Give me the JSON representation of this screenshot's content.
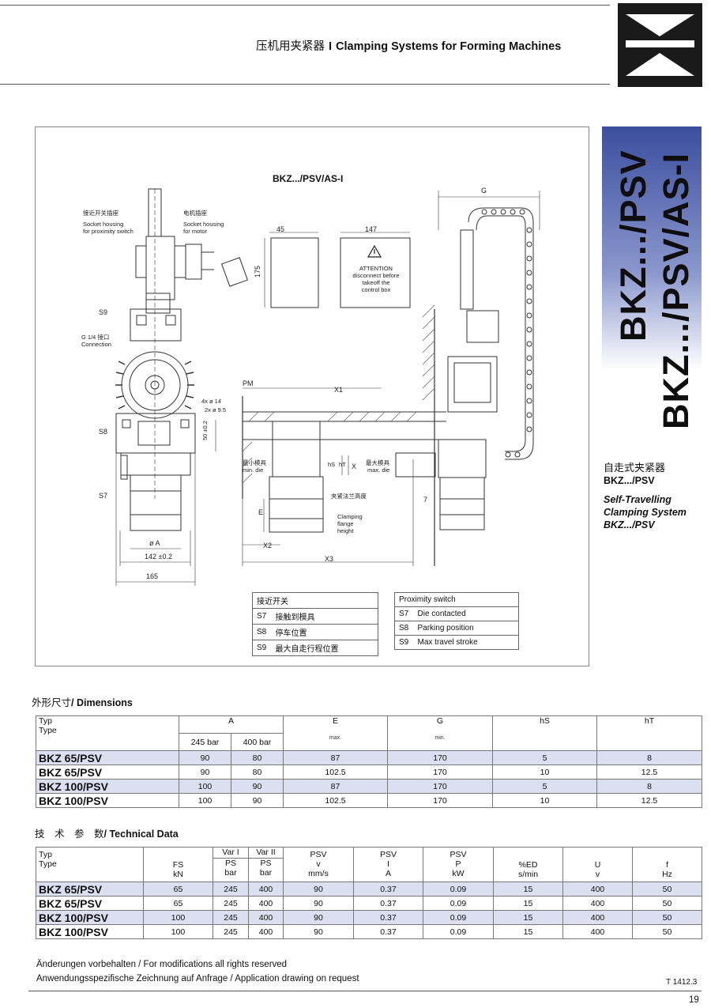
{
  "header": {
    "title_zh": "压机用夹紧器",
    "separator": "I",
    "title_en": "Clamping Systems for Forming Machines"
  },
  "drawing": {
    "title": "BKZ.../PSV/AS-I",
    "labels": {
      "socket_prox_zh": "接近开关插座",
      "socket_prox_en1": "Socket housing",
      "socket_prox_en2": "for proximity switch",
      "socket_motor_zh": "电机插座",
      "socket_motor_en1": "Socket housing",
      "socket_motor_en2": "for motor",
      "s9": "S9",
      "g14": "G 1/4 接口",
      "connection": "Connection",
      "s8": "S8",
      "s7": "S7",
      "hole1": "4x ø 14",
      "hole2": "2x ø 9.5",
      "dim50": "50 ±0.2",
      "diaA": "ø A",
      "dim142": "142 ±0.2",
      "dim165": "165",
      "dim45": "45",
      "dim147": "147",
      "dim175": "175",
      "attention1": "ATTENTION",
      "attention2": "disconnect before",
      "attention3": "takeoff the",
      "attention4": "control box",
      "g": "G",
      "pm": "PM",
      "x1": "X1",
      "x2": "X2",
      "x3": "X3",
      "e": "E",
      "min_die_zh": "最小模具",
      "min_die_en": "min. die",
      "max_die_zh": "最大模具",
      "max_die_en": "max. die",
      "hs": "hS",
      "ht": "hT",
      "x": "X",
      "flange_zh": "夹紧法兰高度",
      "flange_en1": "Clamping",
      "flange_en2": "flange",
      "flange_en3": "height",
      "seven": "7"
    },
    "legend_zh": {
      "header": "接近开关",
      "rows": [
        {
          "code": "S7",
          "desc": "接触到模具"
        },
        {
          "code": "S8",
          "desc": "停车位置"
        },
        {
          "code": "S9",
          "desc": "最大自走行程位置"
        }
      ]
    },
    "legend_en": {
      "header": "Proximity switch",
      "rows": [
        {
          "code": "S7",
          "desc": "Die contacted"
        },
        {
          "code": "S8",
          "desc": "Parking position"
        },
        {
          "code": "S9",
          "desc": "Max travel stroke"
        }
      ]
    }
  },
  "side": {
    "banner1": "BKZ.../PSV",
    "banner2": "BKZ.../PSV/AS-I",
    "zh": "自走式夹紧器",
    "model": "BKZ.../PSV",
    "en1": "Self-Travelling",
    "en2": "Clamping System",
    "en3": "BKZ.../PSV"
  },
  "dimensions": {
    "title_zh": "外形尺寸",
    "title_en": "/ Dimensions",
    "head": {
      "typ": "Typ",
      "type": "Type",
      "a": "A",
      "a245": "245 bar",
      "a400": "400 bar",
      "e": "E",
      "e_sub": "max.",
      "g": "G",
      "g_sub": "min.",
      "hs": "hS",
      "ht": "hT"
    },
    "rows": [
      {
        "model": "BKZ    65/PSV",
        "a245": "90",
        "a400": "80",
        "e": "87",
        "g": "170",
        "hs": "5",
        "ht": "8"
      },
      {
        "model": "BKZ    65/PSV",
        "a245": "90",
        "a400": "80",
        "e": "102.5",
        "g": "170",
        "hs": "10",
        "ht": "12.5"
      },
      {
        "model": "BKZ  100/PSV",
        "a245": "100",
        "a400": "90",
        "e": "87",
        "g": "170",
        "hs": "5",
        "ht": "8"
      },
      {
        "model": "BKZ  100/PSV",
        "a245": "100",
        "a400": "90",
        "e": "102.5",
        "g": "170",
        "hs": "10",
        "ht": "12.5"
      }
    ]
  },
  "technical": {
    "title_zh": "技　术　参　数",
    "title_en": "/ Technical Data",
    "head": {
      "typ": "Typ",
      "type": "Type",
      "fs": "FS",
      "fs_unit": "kN",
      "var1": "Var I",
      "var2": "Var II",
      "ps": "PS",
      "ps_unit": "bar",
      "psv": "PSV",
      "v": "v",
      "v_unit": "mm/s",
      "i": "I",
      "i_unit": "A",
      "p": "P",
      "p_unit": "kW",
      "ed": "%ED",
      "ed_unit": "s/min",
      "u": "U",
      "u_unit": "v",
      "f": "f",
      "f_unit": "Hz"
    },
    "rows": [
      {
        "model": "BKZ    65/PSV",
        "fs": "65",
        "ps1": "245",
        "ps2": "400",
        "v": "90",
        "i": "0.37",
        "p": "0.09",
        "ed": "15",
        "u": "400",
        "f": "50"
      },
      {
        "model": "BKZ    65/PSV",
        "fs": "65",
        "ps1": "245",
        "ps2": "400",
        "v": "90",
        "i": "0.37",
        "p": "0.09",
        "ed": "15",
        "u": "400",
        "f": "50"
      },
      {
        "model": "BKZ  100/PSV",
        "fs": "100",
        "ps1": "245",
        "ps2": "400",
        "v": "90",
        "i": "0.37",
        "p": "0.09",
        "ed": "15",
        "u": "400",
        "f": "50"
      },
      {
        "model": "BKZ  100/PSV",
        "fs": "100",
        "ps1": "245",
        "ps2": "400",
        "v": "90",
        "i": "0.37",
        "p": "0.09",
        "ed": "15",
        "u": "400",
        "f": "50"
      }
    ]
  },
  "footer": {
    "line1": "Änderungen vorbehalten / For modifications all rights reserved",
    "line2": "Anwendungsspezifische Zeichnung auf Anfrage / Application drawing on request",
    "doc_id": "T 1412.3",
    "page": "19"
  }
}
